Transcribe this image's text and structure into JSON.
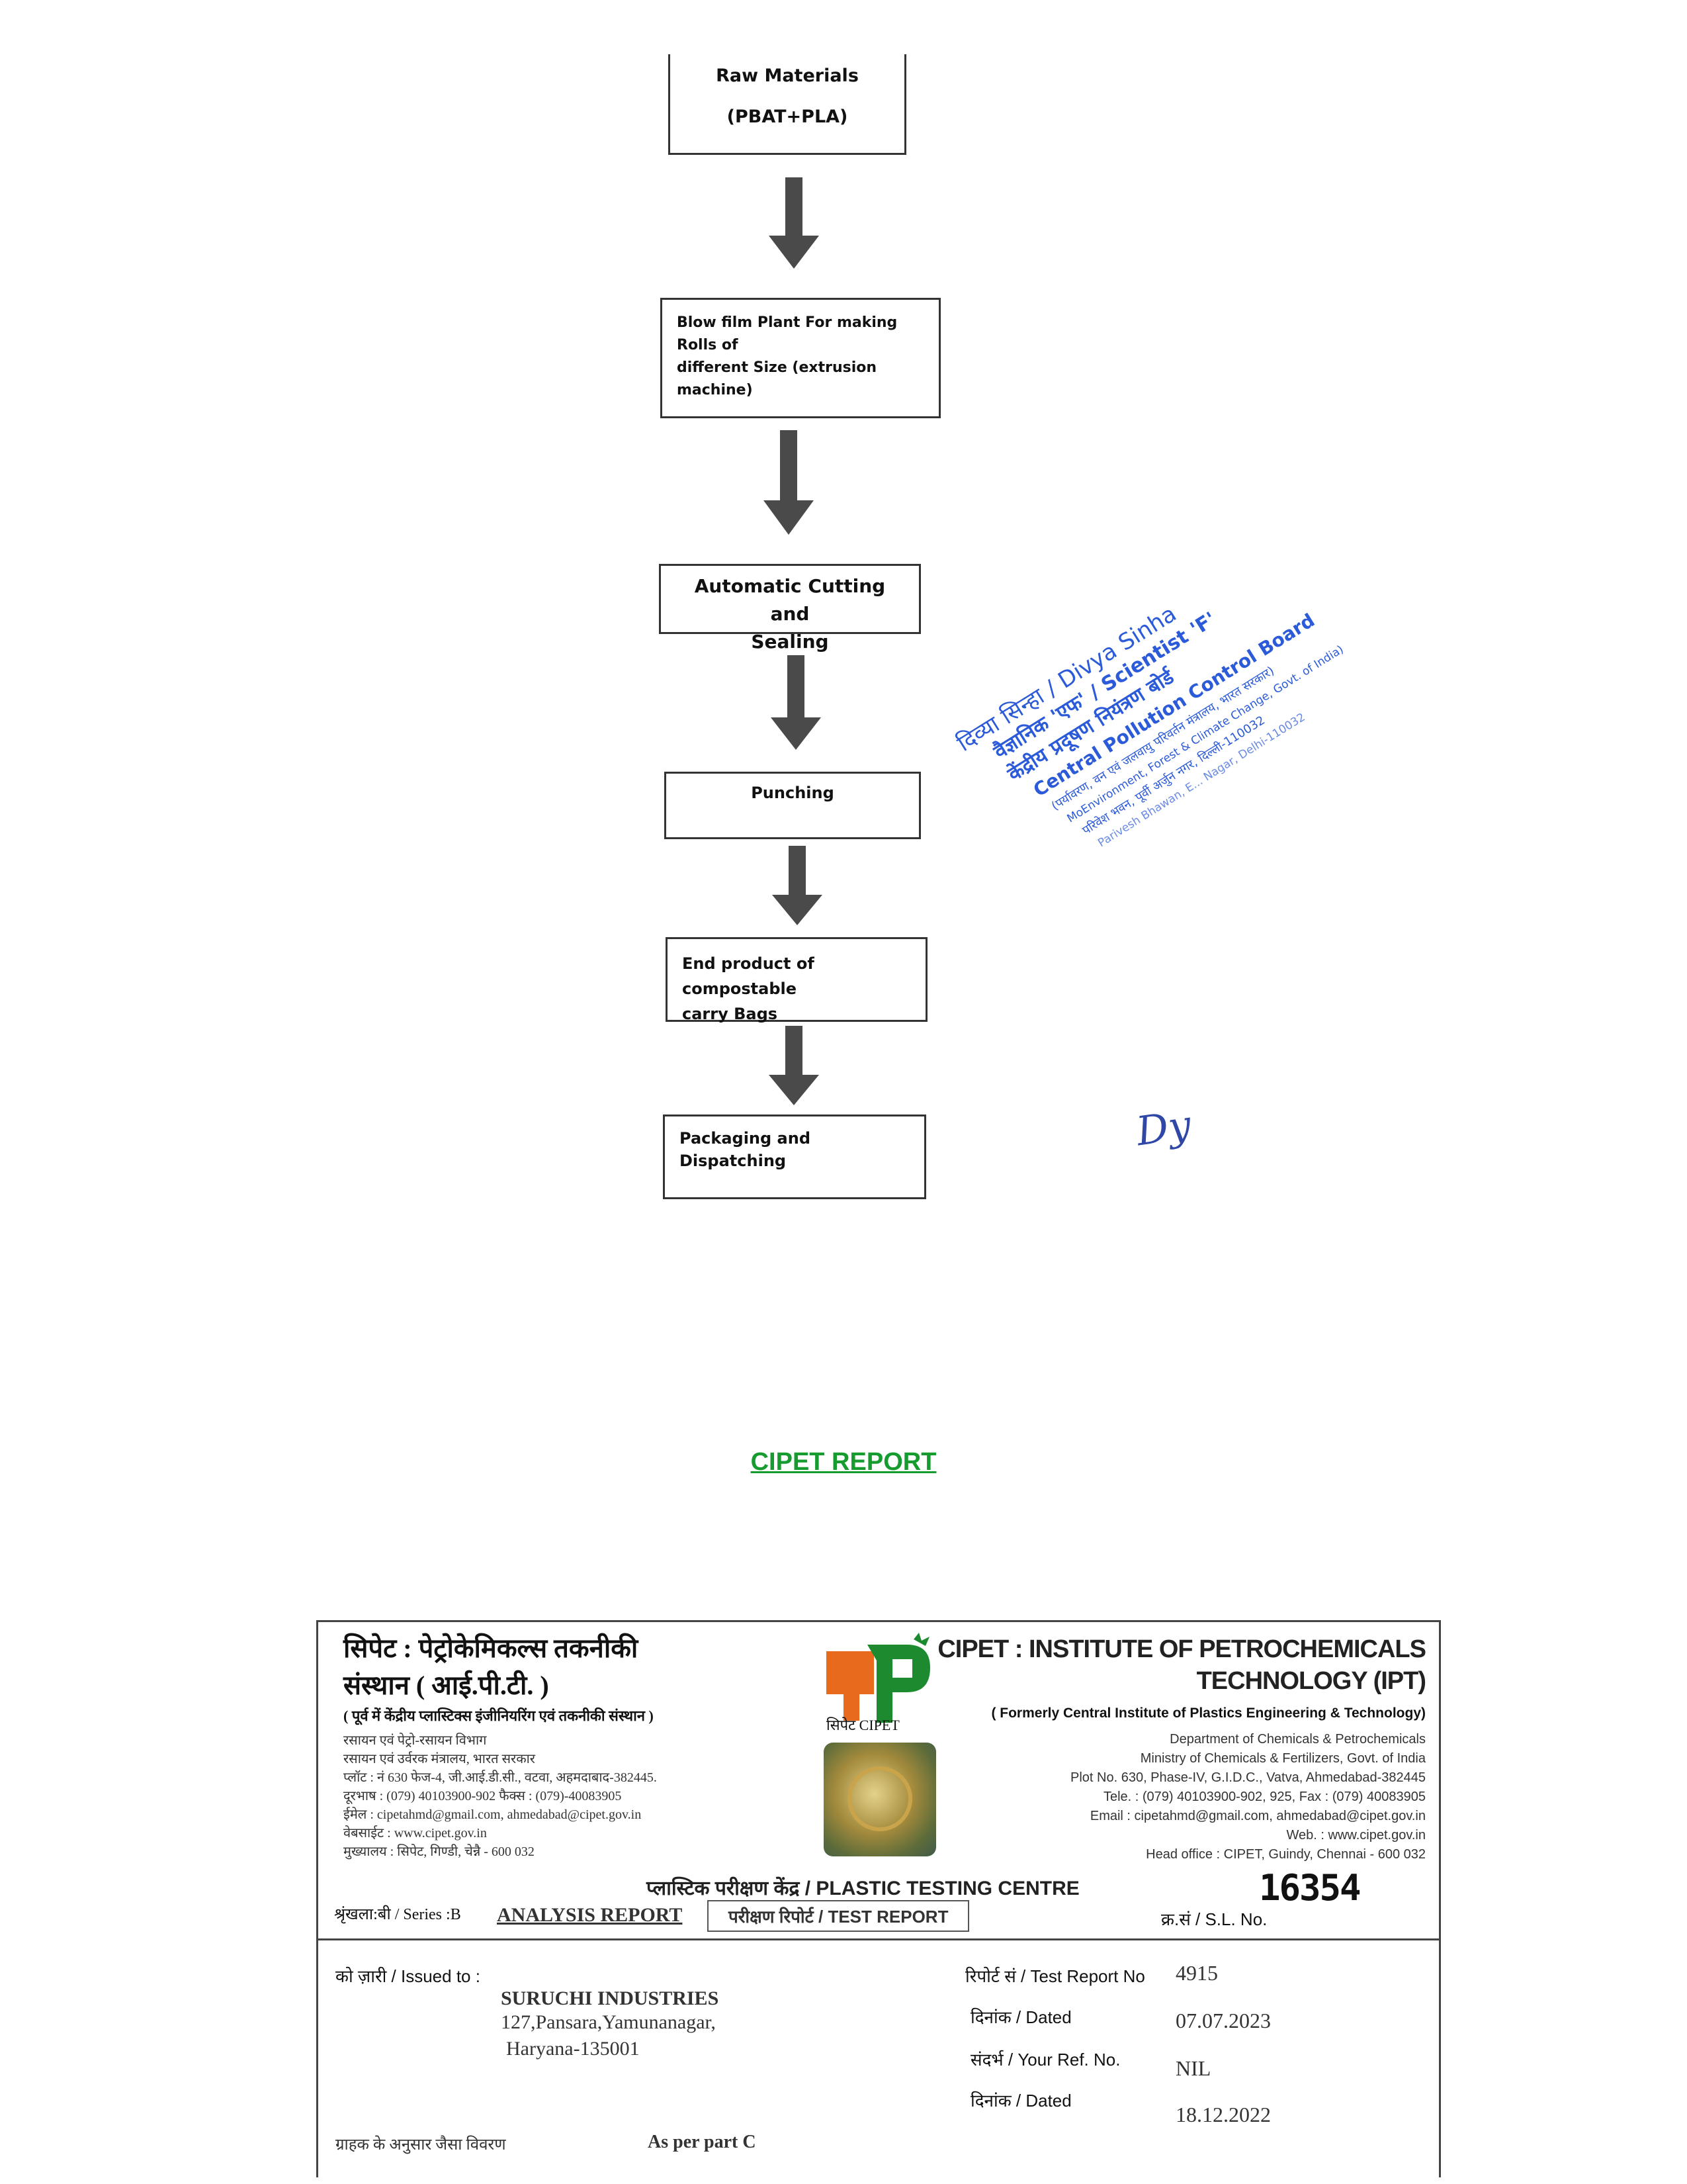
{
  "flowchart": {
    "steps": [
      {
        "line1": "Raw Materials",
        "line2": "(PBAT+PLA)"
      },
      {
        "line1": "Blow film Plant For making Rolls of",
        "line2": "different Size (extrusion machine)"
      },
      {
        "line1": "Automatic Cutting and",
        "line2": "Sealing"
      },
      {
        "line1": "Punching"
      },
      {
        "line1": "End product of compostable",
        "line2": "carry Bags"
      },
      {
        "line1": "Packaging and Dispatching"
      }
    ]
  },
  "stamp": {
    "line1": "दिव्या सिन्हा / Divya Sinha",
    "line2": "वैज्ञानिक 'एफ' / Scientist 'F'",
    "line3": "केंद्रीय प्रदूषण नियंत्रण बोर्ड",
    "line4": "Central Pollution Control Board",
    "line5": "(पर्यावरण, वन एवं जलवायु परिवर्तन मंत्रालय, भारत सरकार)",
    "line6": "MoEnvironment, Forest & Climate Change, Govt. of India)",
    "line7": "परिवेश भवन, पूर्वी अर्जुन नगर, दिल्ली-110032",
    "line8": "Parivesh Bhawan, E... Nagar, Delhi-110032",
    "signature": "Dy"
  },
  "report_heading": "CIPET REPORT",
  "cert": {
    "hindi_title_1": "सिपेट : पेट्रोकेमिकल्स तकनीकी",
    "hindi_title_2": "संस्थान ( आई.पी.टी. )",
    "hindi_formerly": "( पूर्व में केंद्रीय प्लास्टिक्स इंजीनियरिंग एवं तकनीकी संस्थान )",
    "hindi_dept": "रसायन एवं पेट्रो-रसायन विभाग",
    "hindi_ministry": "रसायन एवं उर्वरक मंत्रालय, भारत सरकार",
    "hindi_plot": "प्लॉट : नं 630 फेज-4, जी.आई.डी.सी., वटवा, अहमदाबाद-382445.",
    "hindi_phone": "दूरभाष : (079) 40103900-902 फैक्स : (079)-40083905",
    "hindi_email": "ईमेल : cipetahmd@gmail.com, ahmedabad@cipet.gov.in",
    "hindi_web": "वेबसाईट : www.cipet.gov.in",
    "hindi_head": "मुख्यालय : सिपेट, गिण्डी, चेन्नै - 600 032",
    "logo_caption": "सिपेट CIPET",
    "en_title_1": "CIPET : INSTITUTE OF PETROCHEMICALS",
    "en_title_2": "TECHNOLOGY (IPT)",
    "en_formerly": "( Formerly Central Institute of Plastics Engineering & Technology)",
    "en_dept": "Department of Chemicals & Petrochemicals",
    "en_ministry": "Ministry of Chemicals & Fertilizers, Govt. of India",
    "en_plot": "Plot No. 630, Phase-IV, G.I.D.C., Vatva, Ahmedabad-382445",
    "en_tele": "Tele. : (079) 40103900-902, 925, Fax : (079) 40083905",
    "en_email": "Email : cipetahmd@gmail.com, ahmedabad@cipet.gov.in",
    "en_web": "Web. : www.cipet.gov.in",
    "en_head": "Head office : CIPET, Guindy, Chennai - 600 032",
    "centre": "प्लास्टिक परीक्षण केंद्र / PLASTIC TESTING CENTRE",
    "serial_no": "16354",
    "series": "श्रृंखला:बी / Series :B",
    "analysis_report": "ANALYSIS REPORT",
    "test_report_box": "परीक्षण रिपोर्ट / TEST REPORT",
    "sl_no_label": "क्र.सं / S.L. No.",
    "issued_to_label": "को ज़ारी / Issued to  :",
    "issued_name": "SURUCHI INDUSTRIES",
    "issued_addr1": "127,Pansara,Yamunanagar,",
    "issued_addr2": "Haryana-135001",
    "test_report_no_label": "रिपोर्ट सं / Test Report No",
    "test_report_no": "4915",
    "dated_label": "दिनांक /  Dated",
    "dated_value": "07.07.2023",
    "ref_label": "संदर्भ /   Your Ref. No.",
    "ref_value": "NIL",
    "dated2_label": "दिनांक /  Dated",
    "dated2_value": "18.12.2022",
    "cut_left": "ग्राहक के अनुसार जैसा विवरण",
    "cut_mid": "As per part C"
  }
}
